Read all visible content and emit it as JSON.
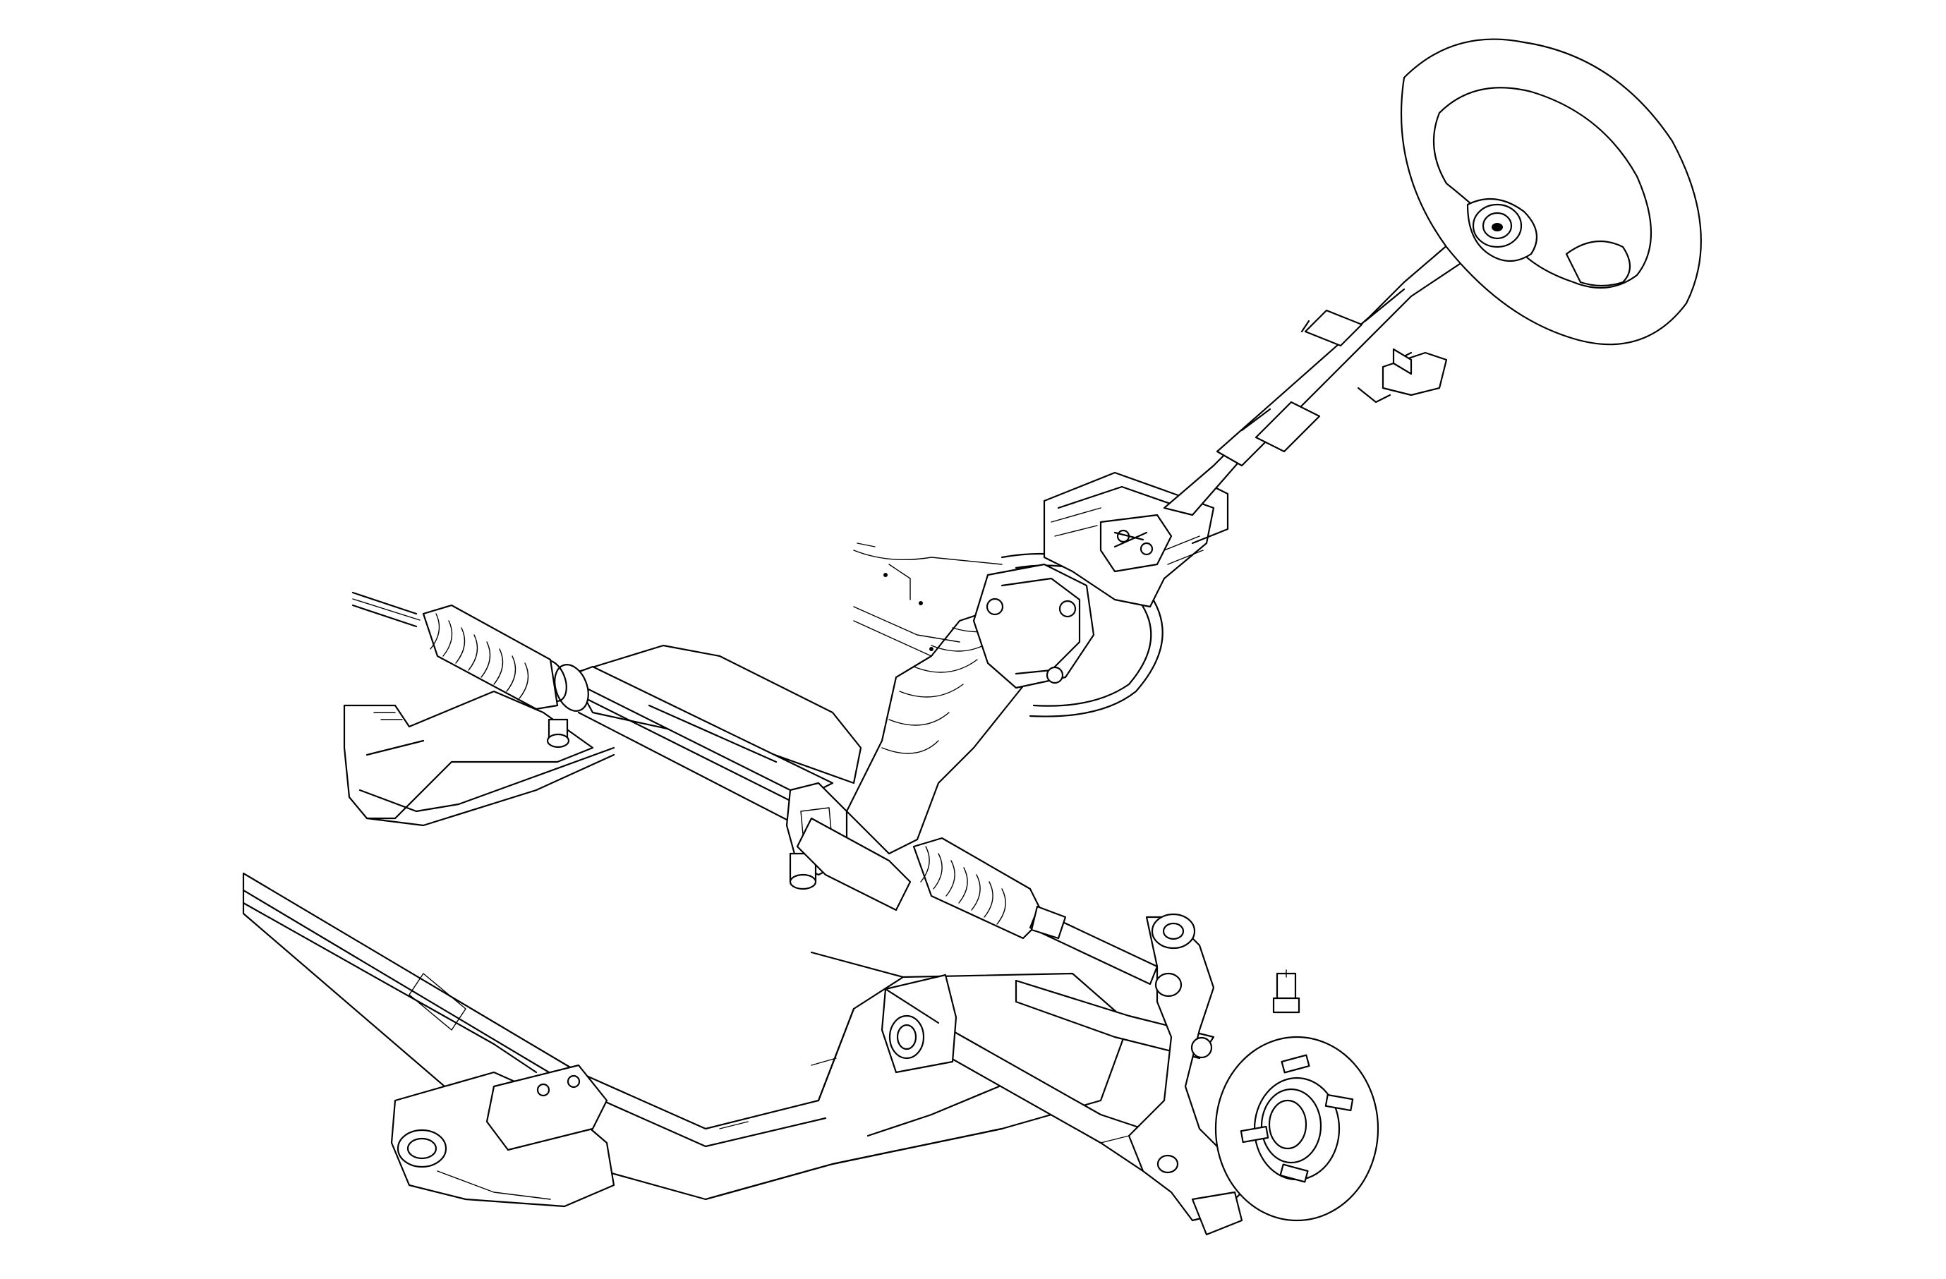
{
  "figure": {
    "subject": "steering-system-exploded-view",
    "background_color": "#ffffff",
    "line_color": "#000000",
    "components": [
      "steering-wheel",
      "steering-column",
      "column-support-bracket",
      "firewall-bulkhead-plate",
      "intermediate-shaft-boot",
      "steering-rack-housing",
      "left-rack-bellows-boot",
      "right-rack-bellows-boot",
      "left-tie-rod",
      "right-tie-rod",
      "front-subframe-crossmember",
      "lower-control-arm",
      "steering-knuckle",
      "wheel-hub"
    ]
  }
}
